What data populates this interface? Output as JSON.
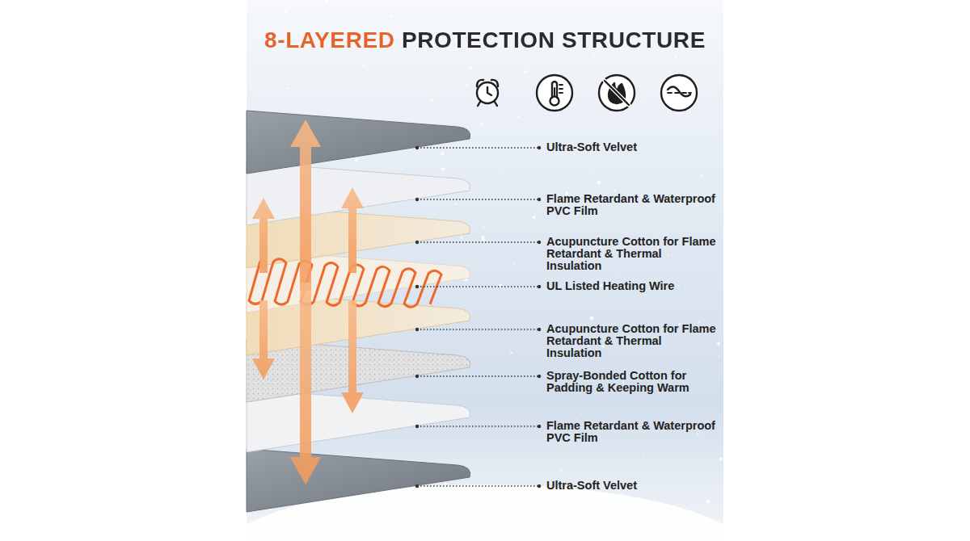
{
  "diagram": {
    "title": "8-LAYERED PROTECTION STRUCTURE",
    "labels": [
      "Ultra-Soft Velvet",
      "Flame Retardant & Waterproof PVC Film",
      "Acupuncture Cotton for Flame Retardant & Thermal Insulation",
      "UL Listed Heating Wire",
      "Acupuncture Cotton for Flame Retardant & Thermal Insulation",
      "Spray-Bonded Cotton for Padding & Keeping Warm",
      "Flame Retardant & Waterproof PVC Film",
      "Ultra-Soft Velvet"
    ]
  }
}
